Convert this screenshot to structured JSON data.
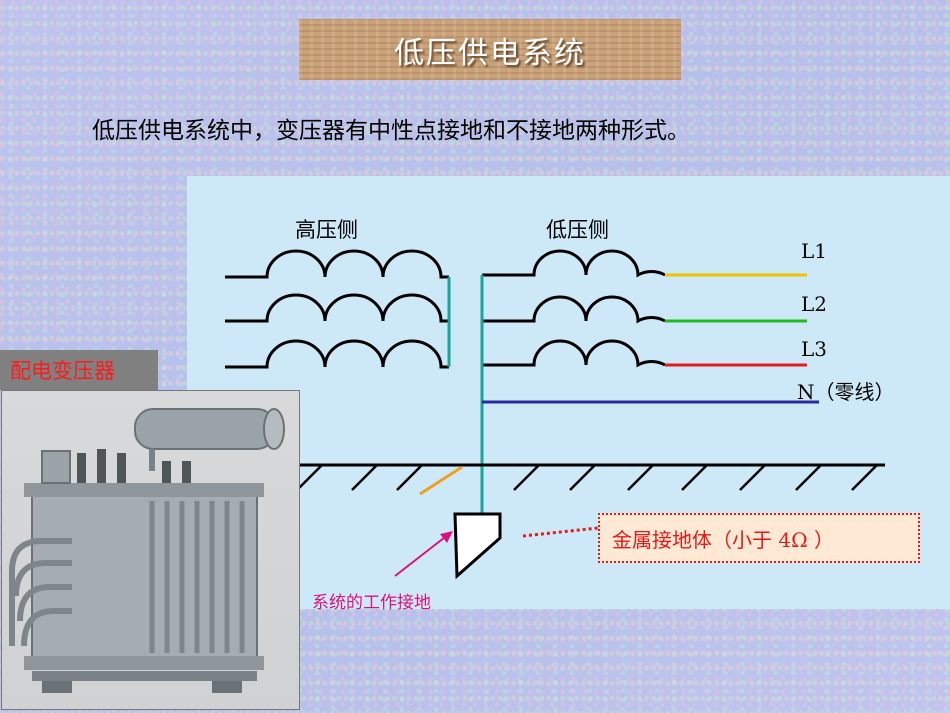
{
  "slide": {
    "title": "低压供电系统",
    "subtitle": "低压供电系统中，变压器有中性点接地和不接地两种形式。"
  },
  "diagram": {
    "high_side_label": "高压侧",
    "low_side_label": "低压侧",
    "lines": [
      {
        "label": "L1",
        "color": "#f2c200"
      },
      {
        "label": "L2",
        "color": "#1fbb1f"
      },
      {
        "label": "L3",
        "color": "#e51a1a"
      },
      {
        "label": "N（零线）",
        "color": "#2a2aa0"
      }
    ],
    "ground_body_note": "金属接地体（小于 4Ω  ）",
    "work_ground_label": "系统的工作接地"
  },
  "photo": {
    "label": "配电变压器"
  }
}
